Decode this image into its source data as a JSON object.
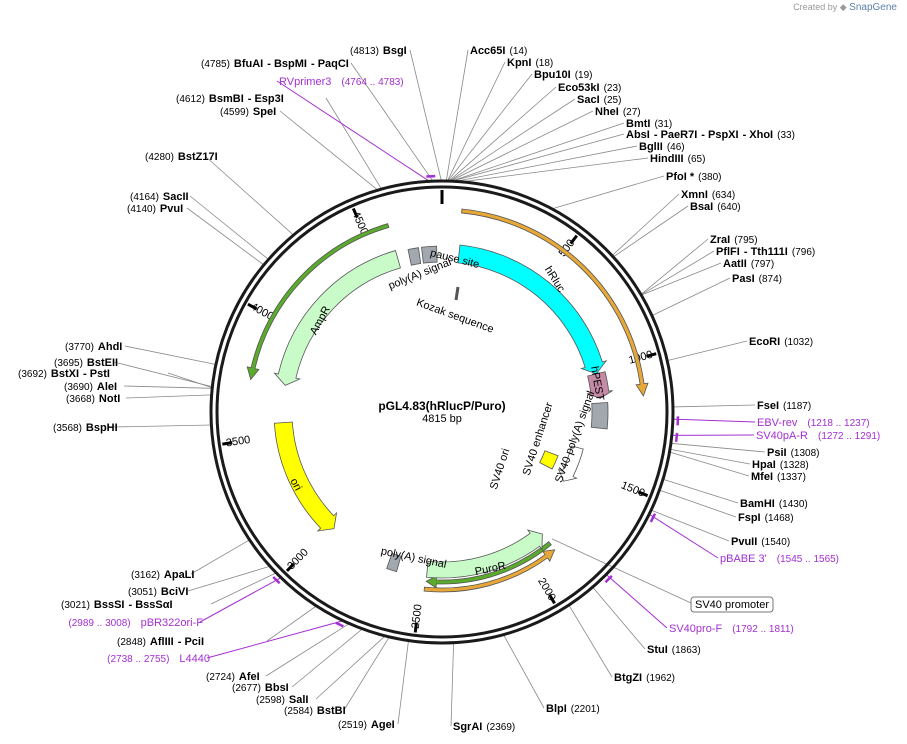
{
  "credit": {
    "prefix": "Created by",
    "brand": "SnapGene"
  },
  "plasmid": {
    "name": "pGL4.83(hRlucP/Puro)",
    "size_label": "4815 bp",
    "length": 4815
  },
  "ticks": [
    {
      "label": "500",
      "pos": 500
    },
    {
      "label": "1000",
      "pos": 1000
    },
    {
      "label": "1500",
      "pos": 1500
    },
    {
      "label": "2000",
      "pos": 2000
    },
    {
      "label": "2500",
      "pos": 2500
    },
    {
      "label": "3000",
      "pos": 3000
    },
    {
      "label": "3500",
      "pos": 3500
    },
    {
      "label": "4000",
      "pos": 4000
    },
    {
      "label": "4500",
      "pos": 4500
    }
  ],
  "enzymes": [
    {
      "parts": [
        {
          "pos": "(4813)"
        },
        {
          "name": "BsgI"
        }
      ]
    },
    {
      "parts": [
        {
          "name": "Acc65I"
        },
        {
          "pos": "(14)"
        }
      ]
    },
    {
      "parts": [
        {
          "name": "KpnI"
        },
        {
          "pos": "(18)"
        }
      ]
    },
    {
      "parts": [
        {
          "name": "Bpu10I"
        },
        {
          "pos": "(19)"
        }
      ]
    },
    {
      "parts": [
        {
          "name": "Eco53kI"
        },
        {
          "pos": "(23)"
        }
      ]
    },
    {
      "parts": [
        {
          "name": "SacI"
        },
        {
          "pos": "(25)"
        }
      ]
    },
    {
      "parts": [
        {
          "name": "NheI"
        },
        {
          "pos": "(27)"
        }
      ]
    },
    {
      "parts": [
        {
          "name": "BmtI"
        },
        {
          "pos": "(31)"
        }
      ]
    },
    {
      "parts": [
        {
          "name": "AbsI"
        },
        {
          "name": "- PaeR7I"
        },
        {
          "name": "- PspXI"
        },
        {
          "name": "- XhoI"
        },
        {
          "pos": "(33)"
        }
      ]
    },
    {
      "parts": [
        {
          "name": "BglII"
        },
        {
          "pos": "(46)"
        }
      ]
    },
    {
      "parts": [
        {
          "name": "HindIII"
        },
        {
          "pos": "(65)"
        }
      ]
    },
    {
      "parts": [
        {
          "name": "PfoI *"
        },
        {
          "pos": "(380)"
        }
      ]
    },
    {
      "parts": [
        {
          "name": "XmnI"
        },
        {
          "pos": "(634)"
        }
      ]
    },
    {
      "parts": [
        {
          "name": "BsaI"
        },
        {
          "pos": "(640)"
        }
      ]
    },
    {
      "parts": [
        {
          "name": "ZraI"
        },
        {
          "pos": "(795)"
        }
      ]
    },
    {
      "parts": [
        {
          "name": "PflFI"
        },
        {
          "name": "- Tth111I"
        },
        {
          "pos": "(796)"
        }
      ]
    },
    {
      "parts": [
        {
          "name": "AatII"
        },
        {
          "pos": "(797)"
        }
      ]
    },
    {
      "parts": [
        {
          "name": "PasI"
        },
        {
          "pos": "(874)"
        }
      ]
    },
    {
      "parts": [
        {
          "name": "EcoRI"
        },
        {
          "pos": "(1032)"
        }
      ]
    },
    {
      "parts": [
        {
          "name": "FseI"
        },
        {
          "pos": "(1187)"
        }
      ]
    },
    {
      "parts": [
        {
          "name": "PsiI"
        },
        {
          "pos": "(1308)"
        }
      ]
    },
    {
      "parts": [
        {
          "name": "HpaI"
        },
        {
          "pos": "(1328)"
        }
      ]
    },
    {
      "parts": [
        {
          "name": "MfeI"
        },
        {
          "pos": "(1337)"
        }
      ]
    },
    {
      "parts": [
        {
          "name": "BamHI"
        },
        {
          "pos": "(1430)"
        }
      ]
    },
    {
      "parts": [
        {
          "name": "FspI"
        },
        {
          "pos": "(1468)"
        }
      ]
    },
    {
      "parts": [
        {
          "name": "PvuII"
        },
        {
          "pos": "(1540)"
        }
      ]
    },
    {
      "parts": [
        {
          "name": "StuI"
        },
        {
          "pos": "(1863)"
        }
      ]
    },
    {
      "parts": [
        {
          "name": "BtgZI"
        },
        {
          "pos": "(1962)"
        }
      ]
    },
    {
      "parts": [
        {
          "name": "BlpI"
        },
        {
          "pos": "(2201)"
        }
      ]
    },
    {
      "parts": [
        {
          "name": "SgrAI"
        },
        {
          "pos": "(2369)"
        }
      ]
    },
    {
      "parts": [
        {
          "pos": "(2519)"
        },
        {
          "name": "AgeI"
        }
      ]
    },
    {
      "parts": [
        {
          "pos": "(2584)"
        },
        {
          "name": "BstBI"
        }
      ]
    },
    {
      "parts": [
        {
          "pos": "(2598)"
        },
        {
          "name": "SalI"
        }
      ]
    },
    {
      "parts": [
        {
          "pos": "(2677)"
        },
        {
          "name": "BbsI"
        }
      ]
    },
    {
      "parts": [
        {
          "pos": "(2724)"
        },
        {
          "name": "AfeI"
        }
      ]
    },
    {
      "parts": [
        {
          "pos": "(2848)"
        },
        {
          "name": "AflIII"
        },
        {
          "name": "- PciI"
        }
      ]
    },
    {
      "parts": [
        {
          "pos": "(3021)"
        },
        {
          "name": "BssSI"
        },
        {
          "name": "- BssSαI"
        }
      ]
    },
    {
      "parts": [
        {
          "pos": "(3051)"
        },
        {
          "name": "BciVI"
        }
      ]
    },
    {
      "parts": [
        {
          "pos": "(3162)"
        },
        {
          "name": "ApaLI"
        }
      ]
    },
    {
      "parts": [
        {
          "pos": "(3568)"
        },
        {
          "name": "BspHI"
        }
      ]
    },
    {
      "parts": [
        {
          "pos": "(3668)"
        },
        {
          "name": "NotI"
        }
      ]
    },
    {
      "parts": [
        {
          "pos": "(3690)"
        },
        {
          "name": "AleI"
        }
      ]
    },
    {
      "parts": [
        {
          "pos": "(3692)"
        },
        {
          "name": "BstXI"
        },
        {
          "name": "- PstI"
        }
      ]
    },
    {
      "parts": [
        {
          "pos": "(3695)"
        },
        {
          "name": "BstEII"
        }
      ]
    },
    {
      "parts": [
        {
          "pos": "(3770)"
        },
        {
          "name": "AhdI"
        }
      ]
    },
    {
      "parts": [
        {
          "pos": "(4140)"
        },
        {
          "name": "PvuI"
        }
      ]
    },
    {
      "parts": [
        {
          "pos": "(4164)"
        },
        {
          "name": "SacII"
        }
      ]
    },
    {
      "parts": [
        {
          "pos": "(4280)"
        },
        {
          "name": "BstZ17I"
        }
      ]
    },
    {
      "parts": [
        {
          "pos": "(4599)"
        },
        {
          "name": "SpeI"
        }
      ]
    },
    {
      "parts": [
        {
          "pos": "(4612)"
        },
        {
          "name": "BsmBI"
        },
        {
          "name": "- Esp3I"
        }
      ]
    },
    {
      "parts": [
        {
          "pos": "(4785)"
        },
        {
          "name": "BfuAI"
        },
        {
          "name": "- BspMI"
        },
        {
          "name": "- PaqCI"
        }
      ]
    }
  ],
  "primers": [
    {
      "name": "RVprimer3",
      "range": "(4764 .. 4783)",
      "start": 4764,
      "end": 4783
    },
    {
      "name": "EBV-rev",
      "range": "(1218 .. 1237)",
      "start": 1218,
      "end": 1237
    },
    {
      "name": "SV40pA-R",
      "range": "(1272 .. 1291)",
      "start": 1272,
      "end": 1291
    },
    {
      "name": "pBABE 3'",
      "range": "(1545 .. 1565)",
      "start": 1545,
      "end": 1565
    },
    {
      "name": "SV40pro-F",
      "range": "(1792 .. 1811)",
      "start": 1792,
      "end": 1811
    },
    {
      "name": "L4440",
      "range": "(2738 .. 2755)",
      "start": 2738,
      "end": 2755
    },
    {
      "name": "pBR322ori-F",
      "range": "(2989 .. 3008)",
      "start": 2989,
      "end": 3008
    }
  ],
  "boxed_feature": {
    "name": "SV40 promoter",
    "pos": 1860
  },
  "features": [
    {
      "name": "hRluc",
      "start": 82,
      "end": 1018,
      "color": "#00ffff"
    },
    {
      "name": "hPEST",
      "start": 1018,
      "end": 1138,
      "color": "#c58aa6"
    },
    {
      "name": "SV40 poly(A) signal",
      "start": 1160,
      "end": 1282,
      "color": "#a2a8af"
    },
    {
      "name": "SV40 enhancer",
      "start": 1400,
      "end": 1600,
      "color": "#ffffff"
    },
    {
      "name": "SV40 ori",
      "start": 1505,
      "end": 1583,
      "color": "#ffff00"
    },
    {
      "name": "PuroR",
      "start": 1880,
      "end": 2479,
      "color": "#c9fbc9"
    },
    {
      "name": "poly(A) signal",
      "start": 2620,
      "end": 2668,
      "color": "#a2a8af"
    },
    {
      "name": "ori",
      "start": 2980,
      "end": 3560,
      "color": "#ffff00"
    },
    {
      "name": "AmpR",
      "start": 3740,
      "end": 4600,
      "color": "#c9fbc9"
    },
    {
      "name": "poly(A) signal",
      "start": 4657,
      "end": 4706,
      "color": "#a2a8af"
    },
    {
      "name": "pause site",
      "start": 4720,
      "end": 4790,
      "color": "#a2a8af"
    },
    {
      "name": "Kozak sequence",
      "pos": 75
    }
  ],
  "orf_arcs": [
    {
      "name": "hRluc ORF",
      "start": 75,
      "end": 1143,
      "color": "#e8a838"
    },
    {
      "name": "PuroR ORF",
      "start": 1880,
      "end": 2479,
      "color": "#5aaa2c"
    },
    {
      "name": "PuroR ORF upstream",
      "start": 1882,
      "end": 2484,
      "color": "#e8a838"
    },
    {
      "name": "AmpR ORF",
      "start": 3740,
      "end": 4600,
      "color": "#5aaa2c"
    }
  ],
  "colors": {
    "primer": "#a42fd2",
    "backbone": "#1a1a1a",
    "leader": "#888888"
  }
}
